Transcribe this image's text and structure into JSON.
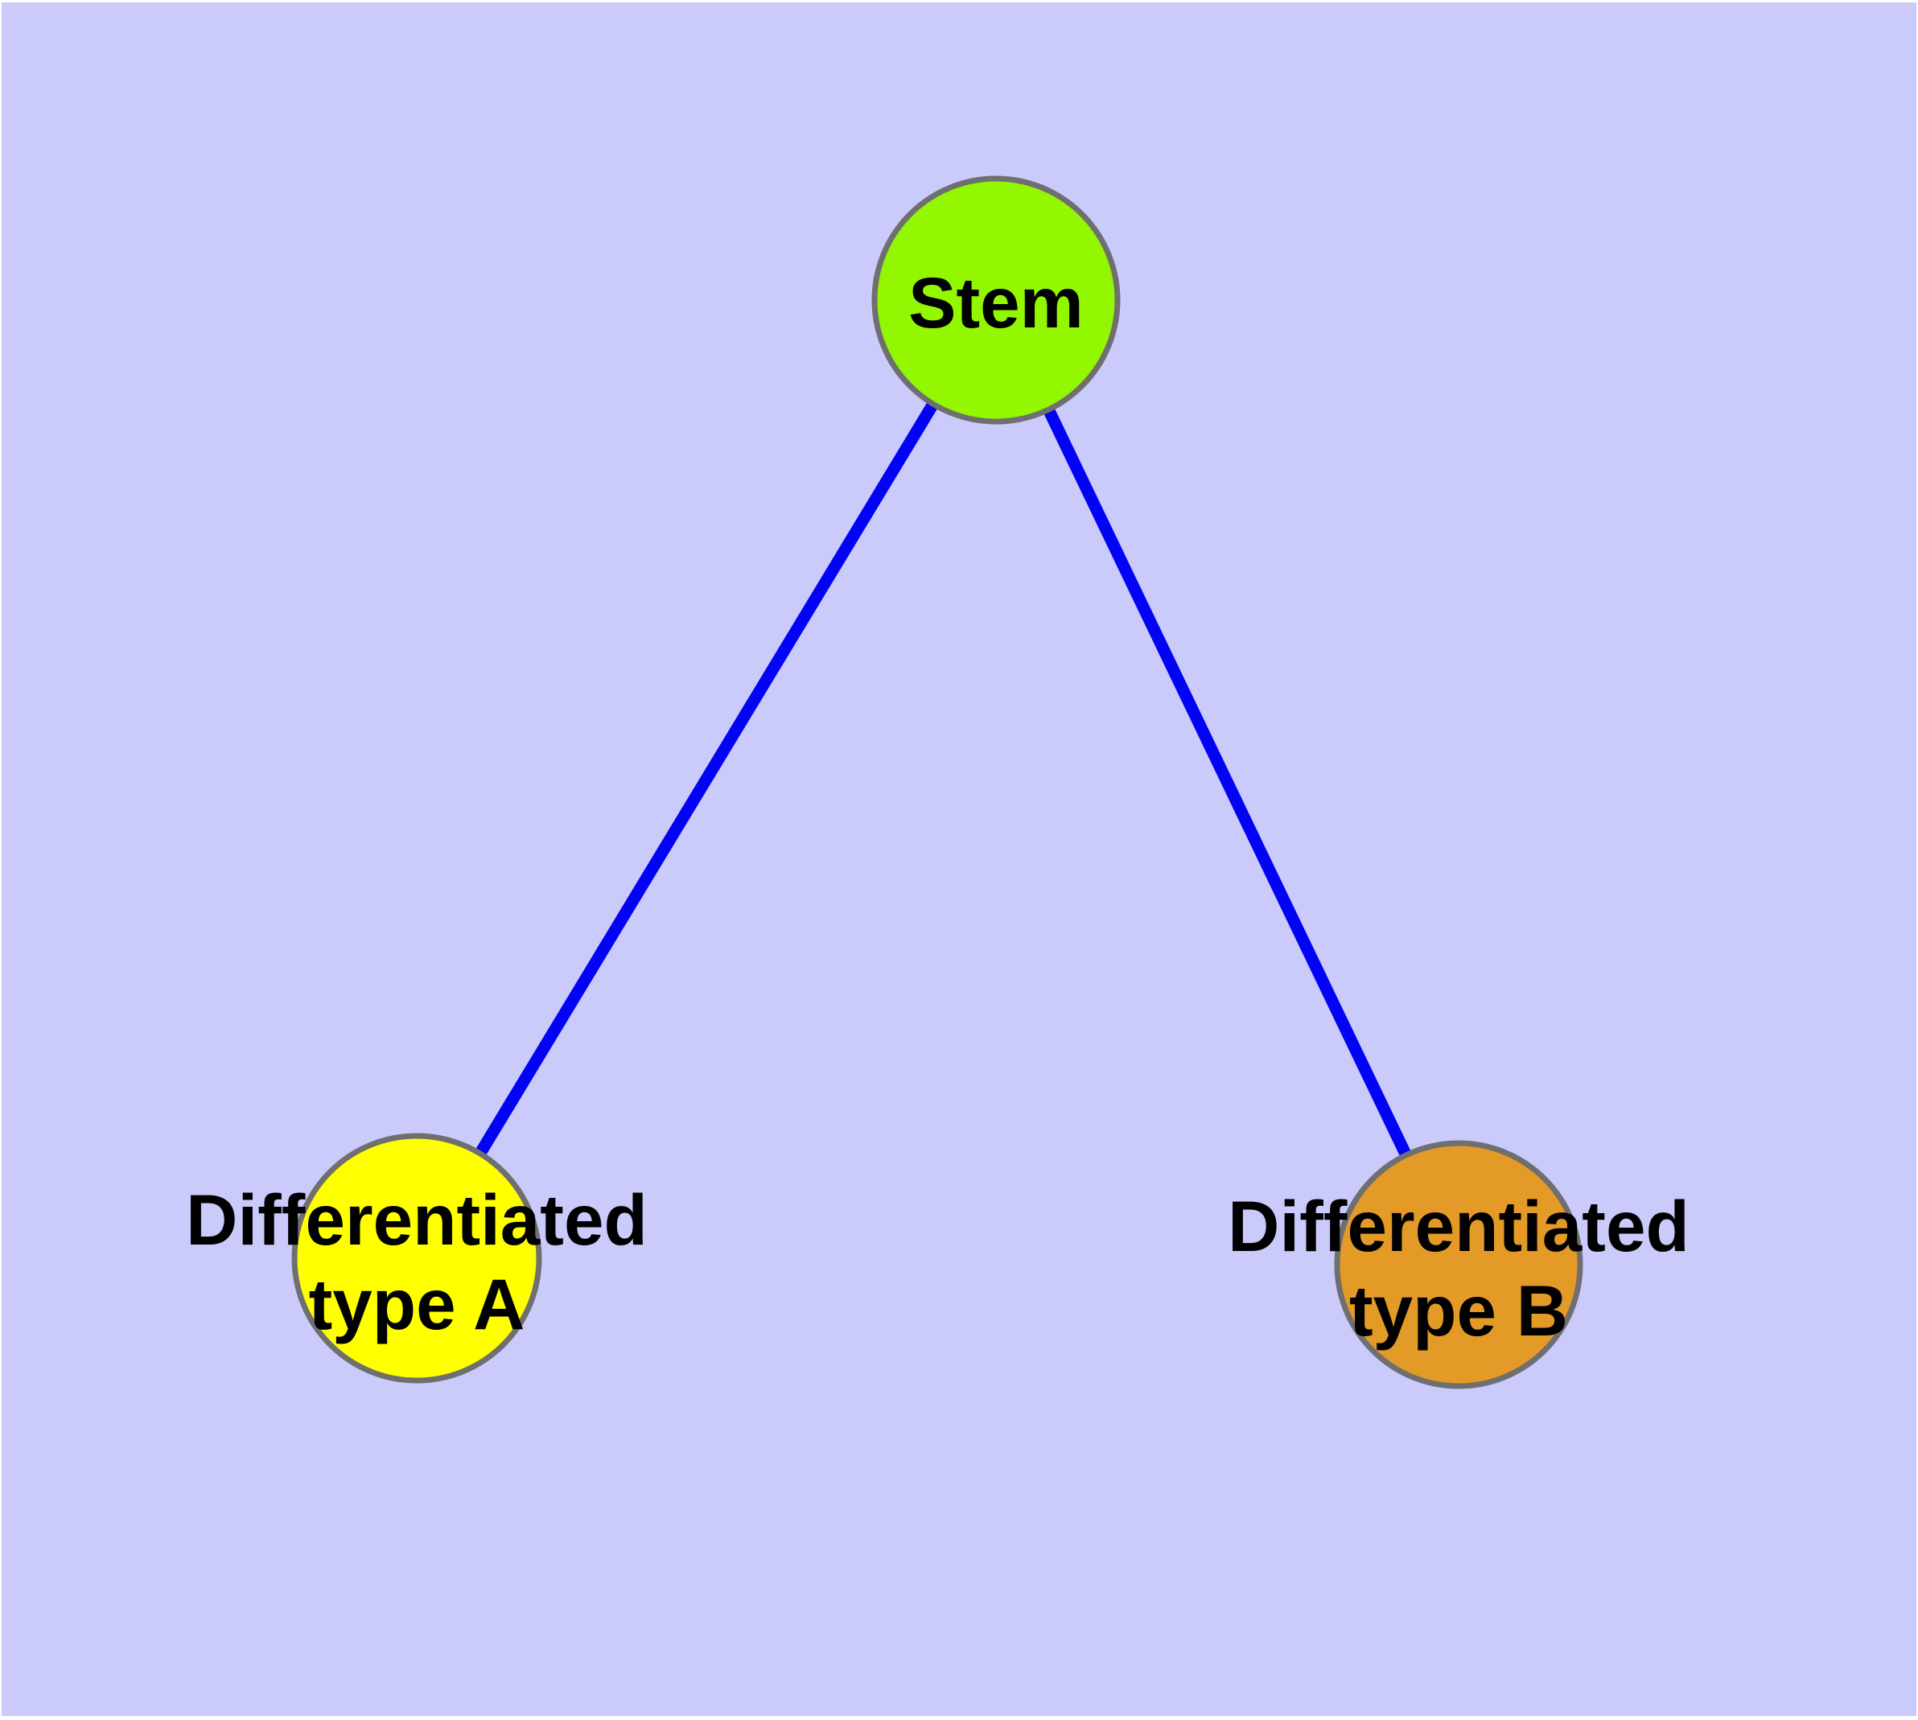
{
  "diagram": {
    "title": "",
    "background_color": "#CACAFB",
    "page_color": "#FFFFFF",
    "edge_color": "#0202F5",
    "node_border_color": "#6F6F6F",
    "label_color": "#000000",
    "nodes": [
      {
        "id": "stem",
        "label": "Stem",
        "label_lines": [
          "Stem"
        ],
        "color": "#93F702"
      },
      {
        "id": "differentiated-type-a",
        "label": "Differentiated type A",
        "label_lines": [
          "Differentiated",
          "type A"
        ],
        "color": "#FFFF00"
      },
      {
        "id": "differentiated-type-b",
        "label": "Differentiated type B",
        "label_lines": [
          "Differentiated",
          "type B"
        ],
        "color": "#E49A26"
      }
    ],
    "edges": [
      {
        "from": "stem",
        "to": "differentiated-type-a"
      },
      {
        "from": "stem",
        "to": "differentiated-type-b"
      }
    ]
  }
}
